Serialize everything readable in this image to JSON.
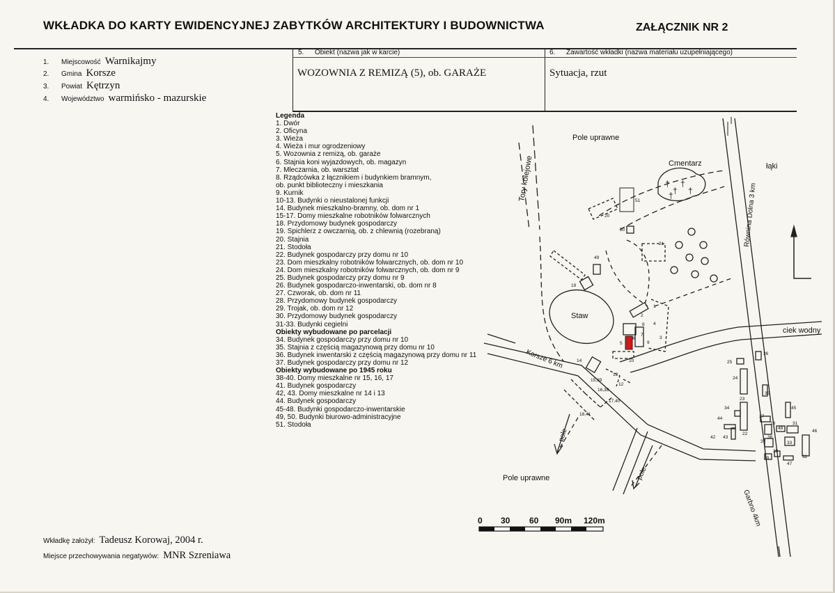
{
  "header": {
    "title": "WKŁADKA DO KARTY EWIDENCYJNEJ ZABYTKÓW ARCHITEKTURY I BUDOWNICTWA",
    "annex": "ZAŁĄCZNIK NR 2"
  },
  "location": [
    {
      "num": "1.",
      "label": "Miejscowość",
      "value": "Warnikajmy"
    },
    {
      "num": "2.",
      "label": "Gmina",
      "value": "Korsze"
    },
    {
      "num": "3.",
      "label": "Powiat",
      "value": "Kętrzyn"
    },
    {
      "num": "4.",
      "label": "Województwo",
      "value": "warmińsko - mazurskie"
    }
  ],
  "object_box": {
    "num": "5.",
    "label": "Obiekt (nazwa jak w karcie)",
    "value": "WOZOWNIA Z REMIZĄ (5), ob. GARAŻE"
  },
  "contents_box": {
    "num": "6.",
    "label": "Zawartość wkładki (nazwa materiału uzupełniającego)",
    "value": "Sytuacja, rzut"
  },
  "legend": {
    "title": "Legenda",
    "items": [
      "1. Dwór",
      "2. Oficyna",
      "3. Wieża",
      "4. Wieża i mur ogrodzeniowy",
      "5. Wozownia z remizą, ob. garaże",
      "6. Stajnia koni wyjazdowych, ob. magazyn",
      "7. Mleczarnia, ob. warsztat",
      "8. Rządcówka z łącznikiem i budynkiem bramnym,",
      " ob. punkt biblioteczny i mieszkania",
      "9. Kurnik",
      "10-13. Budynki o nieustalonej funkcji",
      "14. Budynek mieszkalno-bramny, ob. dom nr 1",
      "15-17. Domy mieszkalne robotników folwarcznych",
      "18. Przydomowy budynek gospodarczy",
      "19. Spichlerz z owczarnią, ob. z chlewnią (rozebraną)",
      "20. Stajnia",
      "21. Stodoła",
      "22. Budynek gospodarczy przy domu nr 10",
      "23. Dom mieszkalny robotników folwarcznych, ob. dom nr 10",
      "24. Dom mieszkalny robotników folwarcznych, ob. dom nr 9",
      "25. Budynek gospodarczy przy domu nr 9",
      "26. Budynek gospodarczo-inwentarski, ob. dom nr 8",
      "27. Czworak, ob. dom nr 11",
      "28. Przydomowy budynek gospodarczy",
      "29. Trojak, ob. dom nr 12",
      "30. Przydomowy budynek gospodarczy",
      "31-33. Budynki cegielni"
    ],
    "section2_title": "Obiekty wybudowane po parcelacji",
    "section2_items": [
      "34. Budynek gospodarczy przy domu nr 10",
      "35. Stajnia z częścią magazynową przy domu nr 10",
      "36. Budynek inwentarski z częścią magazynową przy domu nr 11",
      "37. Budynek gospodarczy przy domu nr 12"
    ],
    "section3_title": "Obiekty wybudowane po 1945 roku",
    "section3_items": [
      "38-40. Domy mieszkalne nr 15, 16, 17",
      "41. Budynek gospodarczy",
      "42, 43. Domy mieszkalne nr 14 i 13",
      "44. Budynek gospodarczy",
      "45-48. Budynki gospodarczo-inwentarskie",
      "49, 50. Budynki biurowo-administracyjne",
      "51. Stodoła"
    ]
  },
  "map": {
    "labels": {
      "field_top": "Pole uprawne",
      "field_bottom": "Pole uprawne",
      "cemetery": "Cmentarz",
      "meadows": "łąki",
      "railway": "Tory kolejowe",
      "pond": "Staw",
      "road_right": "Równina Dolna 3 km",
      "road_left": "Korsze 6 km",
      "road_bottom": "Garbno 4km",
      "stream": "ciek wodny",
      "field_left": "pole",
      "field_right": "pole"
    },
    "scale": [
      "0",
      "30",
      "60",
      "90m",
      "120m"
    ],
    "building_numbers": [
      "1",
      "2",
      "3",
      "4",
      "5",
      "6",
      "7",
      "8",
      "9",
      "10",
      "12",
      "13",
      "14",
      "15,39",
      "16,38",
      "17,40",
      "18,41",
      "19",
      "20",
      "21",
      "22",
      "23",
      "24",
      "25",
      "26",
      "27",
      "28",
      "29",
      "30",
      "31",
      "32",
      "33",
      "34",
      "35",
      "36",
      "37",
      "42",
      "43",
      "44",
      "45",
      "46",
      "47",
      "48",
      "49",
      "50",
      "51"
    ],
    "highlight_color": "#d11a1a"
  },
  "footer": {
    "author_label": "Wkładkę założył:",
    "author_value": "Tadeusz Korowaj, 2004 r.",
    "storage_label": "Miejsce przechowywania negatywów:",
    "storage_value": "MNR Szreniawa"
  }
}
